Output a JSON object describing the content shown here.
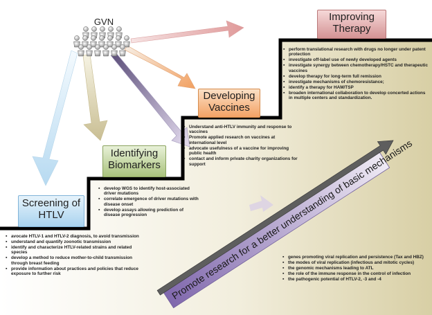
{
  "gvn_label": "GVN",
  "screening": {
    "title": [
      "Screening of",
      "HTLV"
    ],
    "items": [
      "avocate HTLV-1 and HTLV-2 diagnosis, to avoid transmission",
      "understand and quantify zoonotic transmission",
      "identify and characterize HTLV-related strains and related species",
      "develop a method to reduce mother-to-child transmission through breast feeding",
      "provide information about practices and policies that reduce exposure to further risk"
    ]
  },
  "biomarkers": {
    "title": [
      "Identifying",
      "Biomarkers"
    ],
    "items": [
      "develop WGS to identify host-associated driver mutations",
      "correlate emergence of driver mutations with disease onset",
      "develop assays allowing prediction of disease progression"
    ]
  },
  "vaccines": {
    "title": [
      "Developing",
      "Vaccines"
    ],
    "items": [
      "Understand anti-HTLV immunity and response to vaccines",
      "Promote applied research on vaccines at international level",
      "advocate usefulness of a vaccine for improving public health",
      "contact and inform private charity organizations for support"
    ]
  },
  "therapy": {
    "title": [
      "Improving",
      "Therapy"
    ],
    "items": [
      "perform translational research with drugs no longer under patent protection",
      "investigate off-label use of newly developed agents",
      "investigate synergy between chemotherapy/HSTC and therapeutic vaccines",
      "develop therapy for long-term full remission",
      "investigate mechanisms of chemoresistance;",
      "identify a therapy for HAM/TSP",
      "broaden international collaboration to develop concerted actions in multiple centers and standardization."
    ]
  },
  "mechanisms": {
    "banner": "Promote research for a better understanding of basic mechanisms",
    "items": [
      "genes promoting viral replication and persistence (Tax and HBZ)",
      "the modes of viral replication (infectious and mitotic cycles)",
      "the genomic mechanisms leading to ATL",
      "the role of the immune response in the control of infection",
      "the pathogenic potential of HTLV-2, -3 and -4"
    ]
  },
  "colors": {
    "screening": "#a9d3ef",
    "biomarkers": "#a9c27c",
    "vaccines": "#f3a265",
    "therapy": "#d49394",
    "banner": "#8a79b8",
    "stairs": "#000000",
    "shading": "#e9e2cc"
  }
}
